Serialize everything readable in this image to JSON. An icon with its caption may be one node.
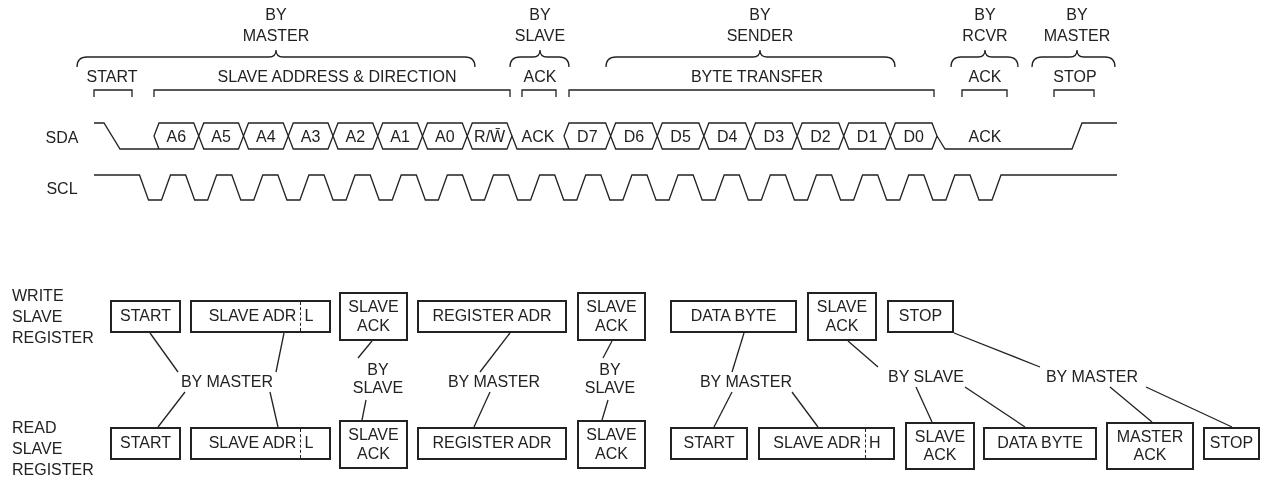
{
  "diagram": {
    "nodes": [
      {
        "text": [
          "START"
        ]
      },
      {
        "text": [
          "SLAVE ADR",
          "L"
        ]
      },
      {
        "text": [
          "SLAVE ACK"
        ]
      },
      {
        "text": [
          "REGISTER ADR"
        ]
      },
      {
        "text": [
          "SLAVE ACK"
        ]
      },
      {
        "text": [
          "DATA BYTE"
        ]
      },
      {
        "text": [
          "SLAVE ACK"
        ]
      },
      {
        "text": [
          "STOP"
        ]
      },
      {
        "text": [
          "BY MASTER"
        ]
      },
      {
        "text": [
          "BY SLAVE"
        ]
      },
      {
        "text": [
          "BY MASTER"
        ]
      },
      {
        "text": [
          "BY SLAVE"
        ]
      },
      {
        "text": [
          "BY MASTER"
        ]
      },
      {
        "text": [
          "BY SLAVE"
        ]
      },
      {
        "text": [
          "BY MASTER"
        ]
      },
      {
        "text": [
          "START"
        ]
      },
      {
        "text": [
          "SLAVE ADR",
          "L"
        ]
      },
      {
        "text": [
          "SLAVE ACK"
        ]
      },
      {
        "text": [
          "REGISTER ADR"
        ]
      },
      {
        "text": [
          "SLAVE ACK"
        ]
      },
      {
        "text": [
          "START"
        ]
      },
      {
        "text": [
          "SLAVE ADR",
          "H"
        ]
      },
      {
        "text": [
          "SLAVE ACK"
        ]
      },
      {
        "text": [
          "DATA BYTE"
        ]
      },
      {
        "text": [
          "MASTER ACK"
        ]
      },
      {
        "text": [
          "STOP"
        ]
      }
    ],
    "edges": [
      {
        "from": 8,
        "to": 0,
        "arrow": "none"
      },
      {
        "from": 8,
        "to": 1,
        "arrow": "none"
      },
      {
        "from": 8,
        "to": 15,
        "arrow": "none"
      },
      {
        "from": 8,
        "to": 16,
        "arrow": "none"
      },
      {
        "from": 9,
        "to": 2,
        "arrow": "none"
      },
      {
        "from": 9,
        "to": 17,
        "arrow": "none"
      },
      {
        "from": 10,
        "to": 3,
        "arrow": "none"
      },
      {
        "from": 10,
        "to": 18,
        "arrow": "none"
      },
      {
        "from": 11,
        "to": 4,
        "arrow": "none"
      },
      {
        "from": 11,
        "to": 19,
        "arrow": "none"
      },
      {
        "from": 12,
        "to": 5,
        "arrow": "none"
      },
      {
        "from": 12,
        "to": 20,
        "arrow": "none"
      },
      {
        "from": 12,
        "to": 21,
        "arrow": "none"
      },
      {
        "from": 13,
        "to": 6,
        "arrow": "none"
      },
      {
        "from": 13,
        "to": 22,
        "arrow": "none"
      },
      {
        "from": 13,
        "to": 23,
        "arrow": "none"
      },
      {
        "from": 14,
        "to": 7,
        "arrow": "none"
      },
      {
        "from": 14,
        "to": 24,
        "arrow": "none"
      },
      {
        "from": 14,
        "to": 25,
        "arrow": "none"
      }
    ],
    "labels": [
      "BY MASTER",
      "BY SLAVE",
      "BY SENDER",
      "BY RCVR",
      "BY MASTER",
      "START",
      "SLAVE ADDRESS & DIRECTION",
      "ACK",
      "BYTE TRANSFER",
      "ACK",
      "STOP",
      "SDA",
      "A6",
      "A5",
      "A4",
      "A3",
      "A2",
      "A1",
      "A0",
      "R/W̄",
      "ACK",
      "D7",
      "D6",
      "D5",
      "D4",
      "D3",
      "D2",
      "D1",
      "D0",
      "ACK",
      "SCL",
      "WRITE SLAVE REGISTER",
      "READ SLAVE REGISTER"
    ]
  }
}
